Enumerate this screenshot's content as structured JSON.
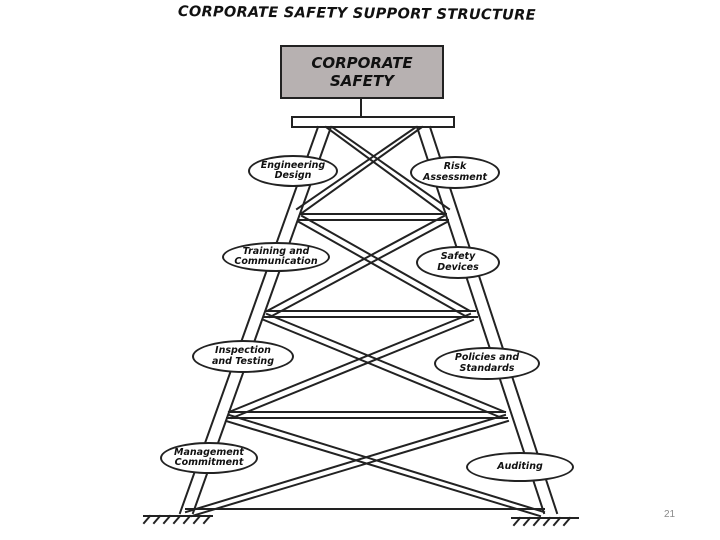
{
  "title": "CORPORATE SAFETY SUPPORT STRUCTURE",
  "top_block": "CORPORATE\nSAFETY",
  "supports": {
    "engineering_design": "Engineering\nDesign",
    "risk_assessment": "Risk\nAssessment",
    "training_communication": "Training and\nCommunication",
    "safety_devices": "Safety\nDevices",
    "inspection_testing": "Inspection\nand Testing",
    "policies_standards": "Policies and\nStandards",
    "management_commitment": "Management\nCommitment",
    "auditing": "Auditing"
  },
  "page_number": "21",
  "colors": {
    "line": "#222222",
    "block_fill": "#b7b1b1",
    "page_number": "#8a8a8a"
  }
}
